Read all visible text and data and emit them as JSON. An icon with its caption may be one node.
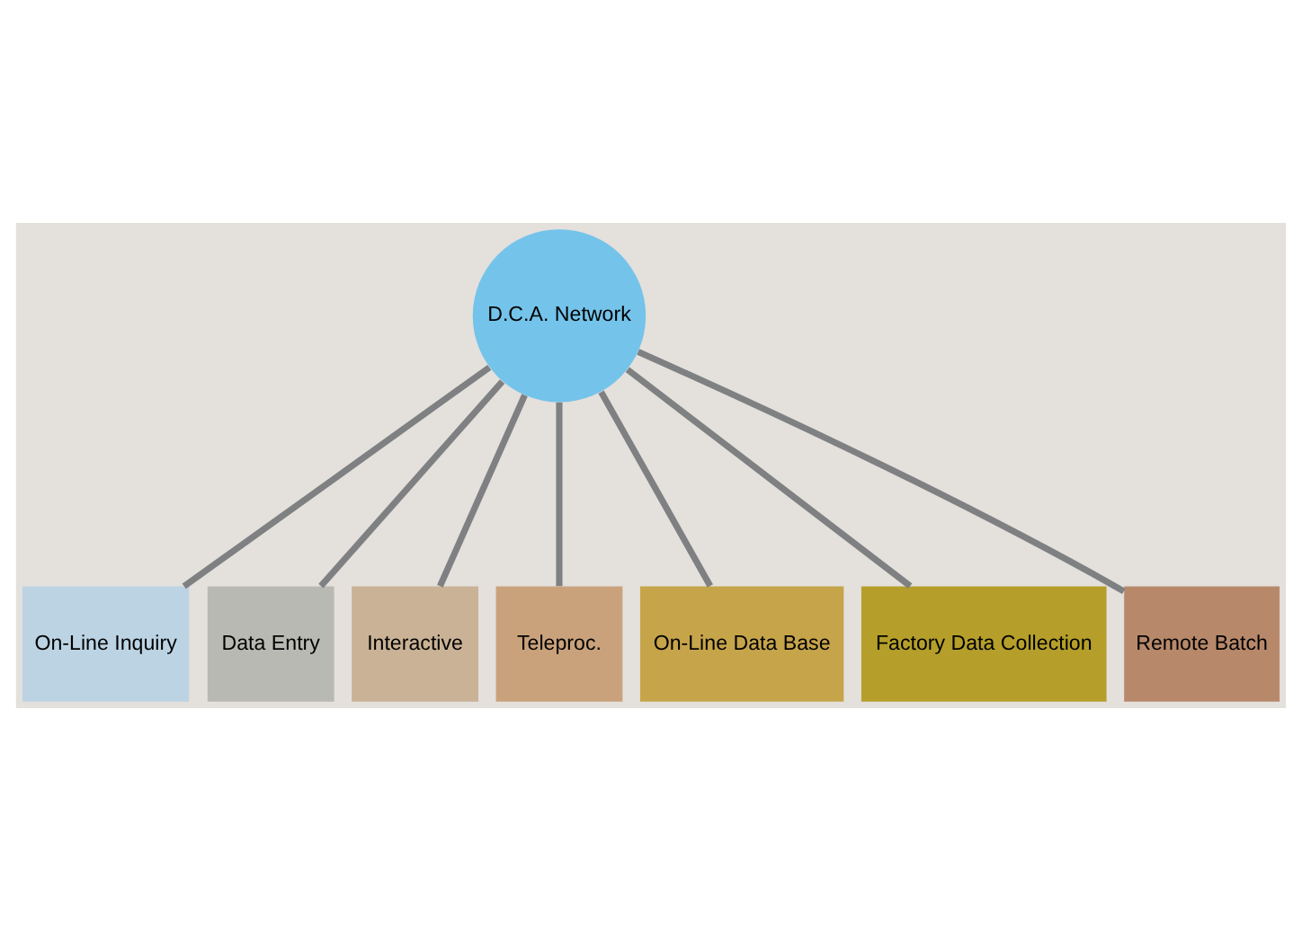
{
  "diagram": {
    "nodes": [
      {
        "text": [
          "D.C.A. Network"
        ]
      },
      {
        "text": [
          "On-Line Inquiry"
        ]
      },
      {
        "text": [
          "Data Entry"
        ]
      },
      {
        "text": [
          "Interactive"
        ]
      },
      {
        "text": [
          "Teleproc."
        ]
      },
      {
        "text": [
          "On-Line Data Base"
        ]
      },
      {
        "text": [
          "Factory Data Collection"
        ]
      },
      {
        "text": [
          "Remote Batch"
        ]
      }
    ],
    "edges": [
      {
        "from": 0,
        "to": 1,
        "arrow": "none"
      },
      {
        "from": 0,
        "to": 2,
        "arrow": "none"
      },
      {
        "from": 0,
        "to": 3,
        "arrow": "none"
      },
      {
        "from": 0,
        "to": 4,
        "arrow": "none"
      },
      {
        "from": 0,
        "to": 5,
        "arrow": "none"
      },
      {
        "from": 0,
        "to": 6,
        "arrow": "none"
      },
      {
        "from": 0,
        "to": 7,
        "arrow": "none"
      }
    ]
  }
}
